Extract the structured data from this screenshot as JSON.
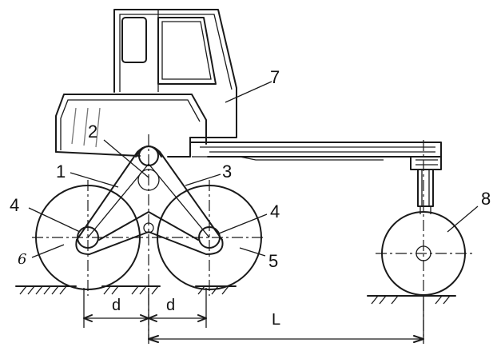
{
  "labels": {
    "n1": "1",
    "n2": "2",
    "n3": "3",
    "n4_left": "4",
    "n4_right": "4",
    "n5": "5",
    "n6": "6",
    "n7": "7",
    "n8": "8"
  },
  "dimensions": {
    "d_left": "d",
    "d_right": "d",
    "L": "L"
  }
}
